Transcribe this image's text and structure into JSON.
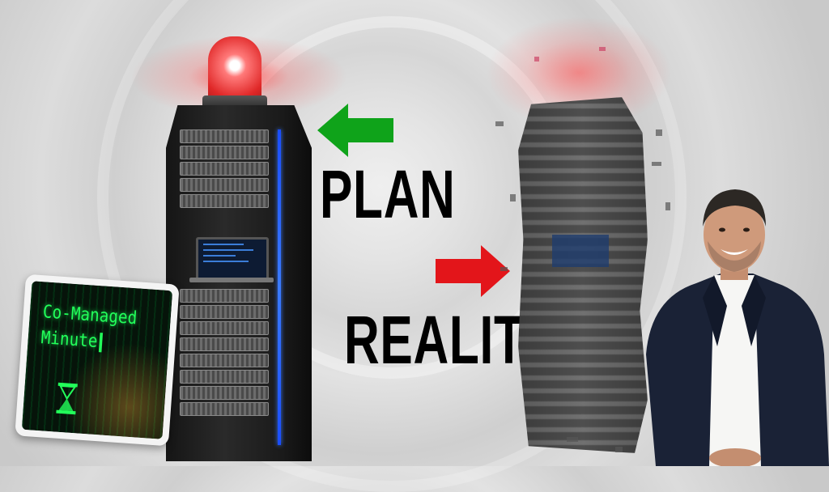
{
  "labels": {
    "plan": "PLAN",
    "reality": "REALITY"
  },
  "tablet": {
    "line1": "Co-Managed",
    "line2": "Minute"
  },
  "colors": {
    "plan_arrow": "#0fa31a",
    "reality_arrow": "#e3151a",
    "beacon": "#e02828",
    "terminal_text": "#22ff5a",
    "suit": "#1a2236"
  },
  "icons": {
    "beacon": "red-alarm-light",
    "tablet_hourglass": "hourglass-icon"
  }
}
